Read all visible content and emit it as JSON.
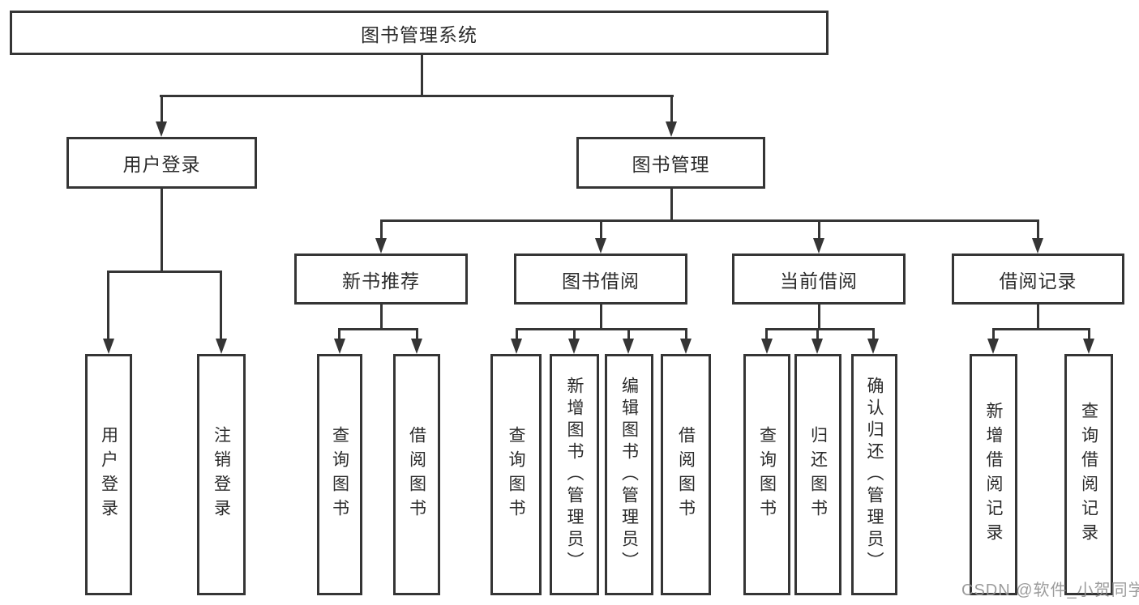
{
  "diagram": {
    "title": "图书管理系统",
    "level1": {
      "user_login": "用户登录",
      "book_mgmt": "图书管理"
    },
    "level2": {
      "new_book_rec": "新书推荐",
      "book_borrow": "图书借阅",
      "current_borrow": "当前借阅",
      "borrow_records": "借阅记录"
    },
    "leaves": {
      "user_login": "用户登录",
      "logout": "注销登录",
      "query_books_1": "查询图书",
      "borrow_books_1": "借阅图书",
      "query_books_2": "查询图书",
      "add_books_admin": "新增图书（管理员）",
      "edit_books_admin": "编辑图书（管理员）",
      "borrow_books_2": "借阅图书",
      "query_books_3": "查询图书",
      "return_books": "归还图书",
      "confirm_return_admin": "确认归还（管理员）",
      "add_borrow_record": "新增借阅记录",
      "query_borrow_record": "查询借阅记录"
    },
    "watermark": "CSDN @软件_小贺同学",
    "colors": {
      "line": "#353535",
      "background": "#ffffff",
      "watermark": "#949494"
    }
  }
}
